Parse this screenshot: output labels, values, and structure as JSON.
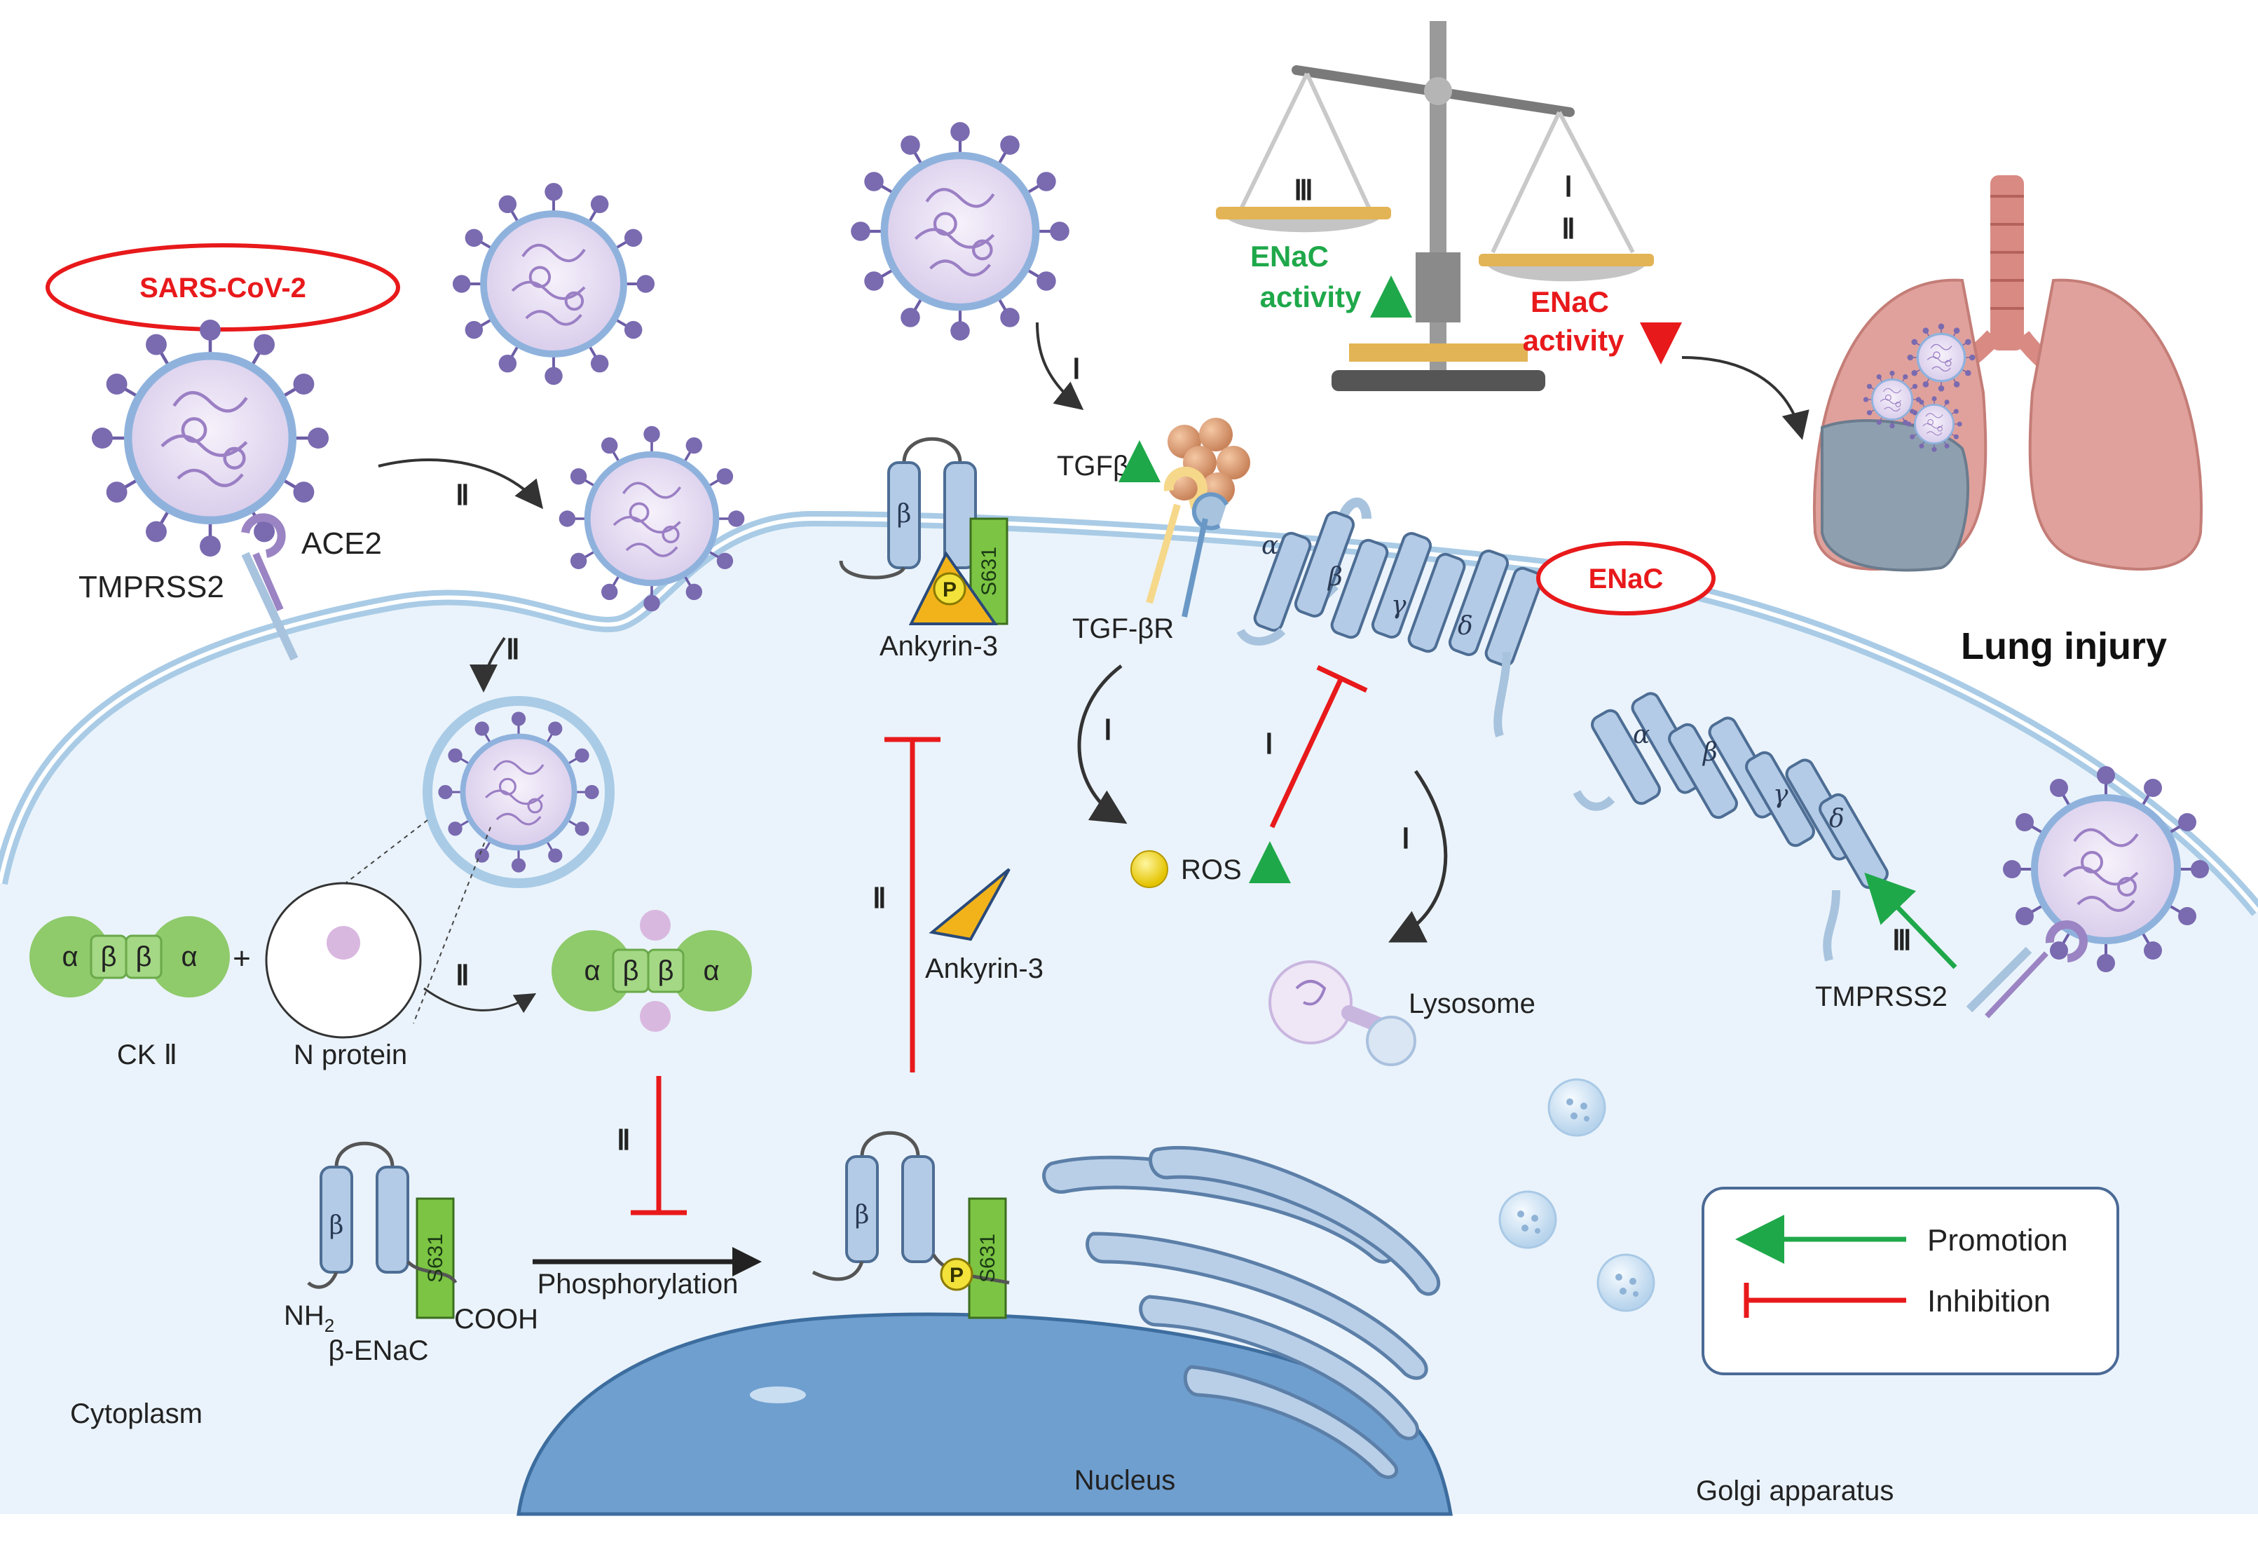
{
  "labels": {
    "sars_cov_2": "SARS-CoV-2",
    "enac": "ENaC",
    "ace2": "ACE2",
    "tmprss2_left": "TMPRSS2",
    "tmprss2_right": "TMPRSS2",
    "tgfb": "TGFβ",
    "tgfbr": "TGF-βR",
    "ankyrin_top": "Ankyrin-3",
    "ankyrin_mid": "Ankyrin-3",
    "ros": "ROS",
    "lysosome": "Lysosome",
    "lung_injury": "Lung injury",
    "ck2": "CK Ⅱ",
    "n_protein": "N protein",
    "nh2": "NH",
    "nh2_sub": "2",
    "cooh": "COOH",
    "b_enac": "β-ENaC",
    "phosphorylation": "Phosphorylation",
    "cytoplasm": "Cytoplasm",
    "nucleus": "Nucleus",
    "golgi": "Golgi apparatus",
    "s631": "S631",
    "p": "P",
    "plus": "+"
  },
  "balance": {
    "left_label": "Ⅲ",
    "right_label_1": "Ⅰ",
    "right_label_2": "Ⅱ",
    "left_activity_1": "ENaC",
    "left_activity_2": "activity",
    "right_activity_1": "ENaC",
    "right_activity_2": "activity"
  },
  "pathways": {
    "p1": "Ⅰ",
    "p2": "Ⅰ",
    "p3": "Ⅰ",
    "p4": "Ⅰ",
    "p5": "Ⅱ",
    "p6": "Ⅱ",
    "p7": "Ⅱ",
    "p8": "Ⅱ",
    "p9": "Ⅱ",
    "p10": "Ⅲ"
  },
  "subunits": {
    "alpha": "α",
    "beta": "β",
    "gamma": "γ",
    "delta": "δ"
  },
  "legend": {
    "promotion": "Promotion",
    "inhibition": "Inhibition"
  },
  "colors": {
    "promotion": "#1fa84a",
    "inhibition": "#e8191b",
    "membrane": "#a9cbe6",
    "cytoplasm": "#eaf3fb",
    "nucleus": "#6f9fcf",
    "protein": "#b3cbe6",
    "ck2": "#8fca6b",
    "s631_box": "#7cc443",
    "virus": "#7a6ab0"
  }
}
